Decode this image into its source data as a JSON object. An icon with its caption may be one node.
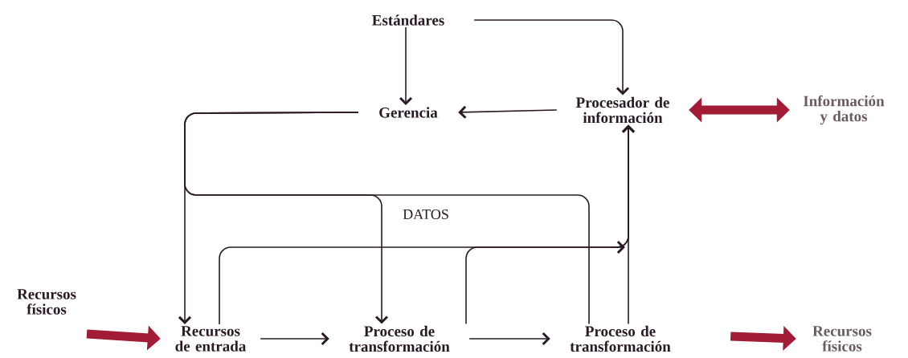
{
  "diagram": {
    "nodes": [
      {
        "text": [
          "Estándares"
        ]
      },
      {
        "text": [
          "Gerencia"
        ]
      },
      {
        "text": [
          "Procesador de información"
        ]
      },
      {
        "text": [
          "Información y datos"
        ]
      },
      {
        "text": [
          "Recursos físicos"
        ]
      },
      {
        "text": [
          "Recursos de entrada"
        ]
      },
      {
        "text": [
          "Proceso de transformación"
        ]
      },
      {
        "text": [
          "Proceso de transformación"
        ]
      },
      {
        "text": [
          "Recursos físicos"
        ]
      }
    ],
    "edges": [
      {
        "from": 0,
        "to": 1,
        "arrow": "to"
      },
      {
        "from": 0,
        "to": 2,
        "arrow": "to"
      },
      {
        "from": 2,
        "to": 1,
        "arrow": "to"
      },
      {
        "from": 1,
        "to": 5,
        "arrow": "to"
      },
      {
        "from": 1,
        "to": 6,
        "arrow": "to"
      },
      {
        "from": 1,
        "to": 7,
        "arrow": "none"
      },
      {
        "from": 5,
        "to": 2,
        "arrow": "to"
      },
      {
        "from": 6,
        "to": 2,
        "arrow": "to"
      },
      {
        "from": 7,
        "to": 2,
        "arrow": "to"
      },
      {
        "from": 5,
        "to": 6,
        "arrow": "to"
      },
      {
        "from": 6,
        "to": 7,
        "arrow": "to"
      },
      {
        "from": 4,
        "to": 5,
        "arrow": "to",
        "style": "thick",
        "color": "#a31c35"
      },
      {
        "from": 7,
        "to": 8,
        "arrow": "to",
        "style": "thick",
        "color": "#a31c35"
      },
      {
        "from": 2,
        "to": 3,
        "arrow": "both",
        "style": "thick",
        "color": "#a31c35"
      }
    ],
    "labels": [
      "DATOS"
    ]
  }
}
